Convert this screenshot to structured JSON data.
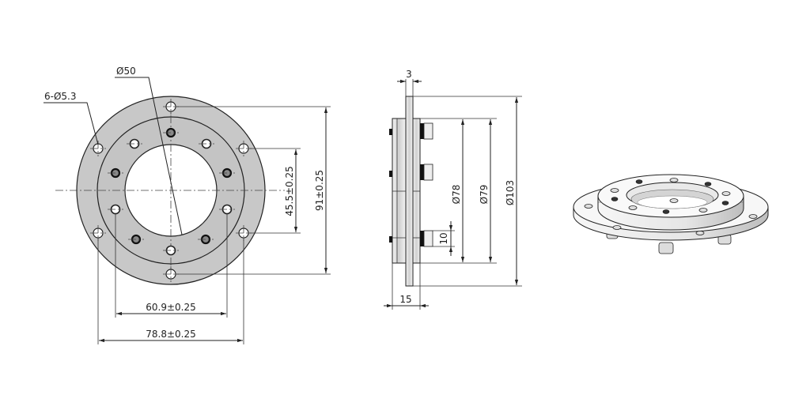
{
  "drawing": {
    "front_view": {
      "labels": {
        "holes_callout": "6-Ø5.3",
        "bore_diameter": "Ø50",
        "inner_pcd_height": "45.5±0.25",
        "outer_pcd_height": "91±0.25",
        "inner_width": "60.9±0.25",
        "outer_width": "78.8±0.25"
      }
    },
    "side_view": {
      "labels": {
        "plate_thickness": "3",
        "total_thickness": "15",
        "bolt_length": "10",
        "d78": "Ø78",
        "d79": "Ø79",
        "d103": "Ø103"
      }
    },
    "iso_view": {
      "description": "3D isometric view of flange adapter"
    },
    "colors": {
      "part_fill": "#c8c8c8",
      "line": "#222222",
      "background": "#ffffff"
    }
  }
}
